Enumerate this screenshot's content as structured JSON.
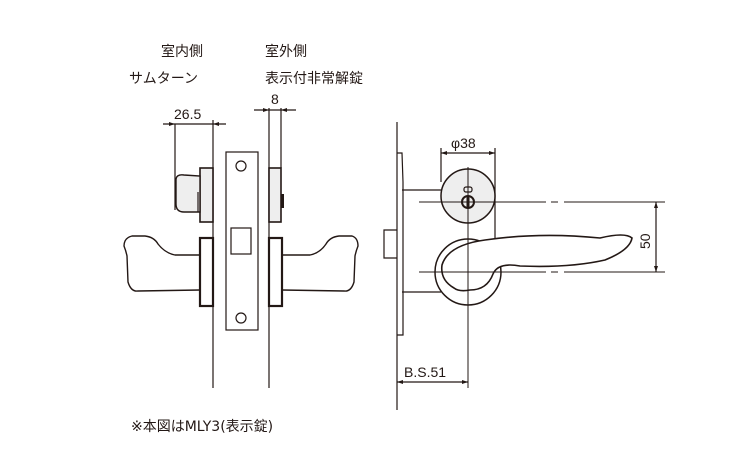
{
  "labels": {
    "indoor_side": "室内側",
    "thumbturn": "サムターン",
    "outdoor_side": "室外側",
    "emergency_release": "表示付非常解錠"
  },
  "dimensions": {
    "thumbturn_projection": "26.5",
    "indicator_projection": "8",
    "rose_diameter": "φ38",
    "center_distance": "50",
    "backset": "B.S.51"
  },
  "caption": "※本図はMLY3(表示錠)",
  "colors": {
    "line": "#231815",
    "fill_light": "#eeeeee"
  }
}
